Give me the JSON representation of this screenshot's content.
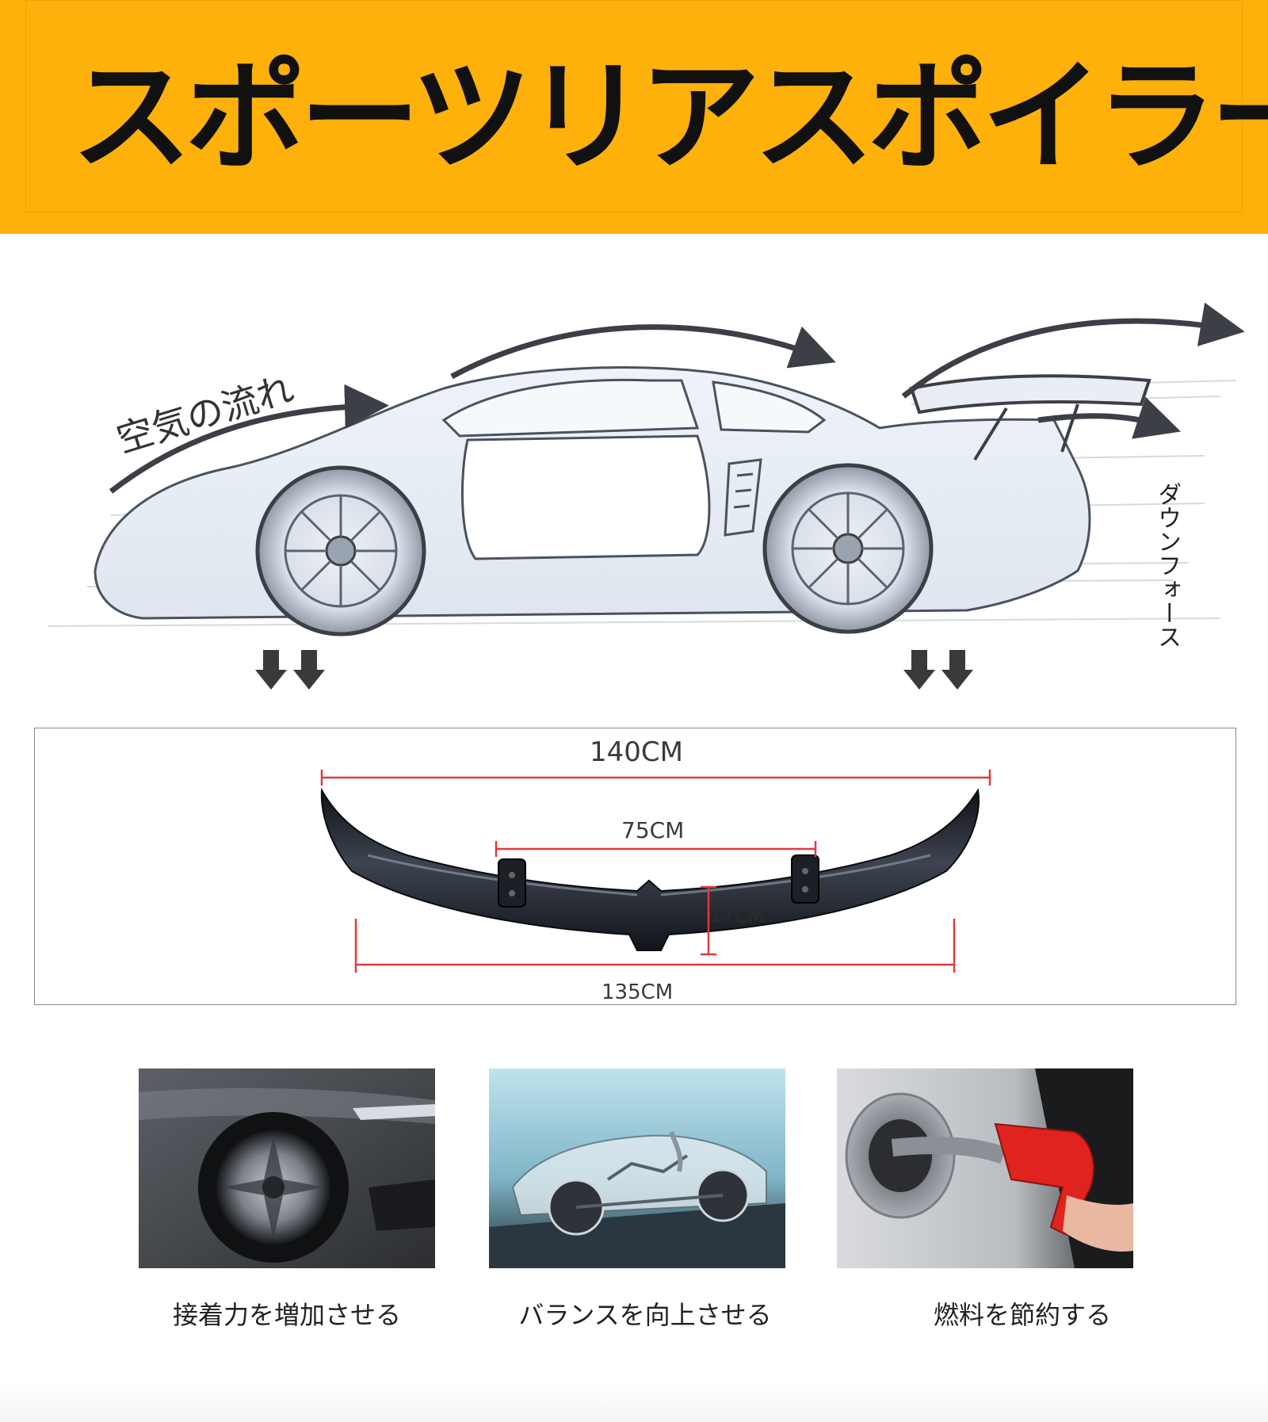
{
  "banner": {
    "title": "スポーツリアスポイラー",
    "background": "#fdb10a"
  },
  "illustration": {
    "airflow_label": "空気の流れ",
    "downforce_label": "ダウンフォース"
  },
  "dimensions": {
    "overall_width": "140CM",
    "mount_spacing": "75CM",
    "height": "17CM",
    "base_width": "135CM",
    "line_color": "#e03a3a"
  },
  "features": [
    {
      "label": "接着力を増加させる",
      "icon": "car-wheel-photo"
    },
    {
      "label": "バランスを向上させる",
      "icon": "car-chassis-photo"
    },
    {
      "label": "燃料を節約する",
      "icon": "fuel-nozzle-photo"
    }
  ]
}
